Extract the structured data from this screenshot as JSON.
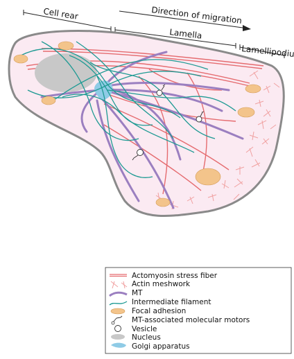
{
  "diagram": {
    "labels": {
      "cell_rear": "Cell rear",
      "direction": "Direction of migration",
      "lamella": "Lamella",
      "lamellipodium": "Lamellipodium"
    },
    "legend": [
      {
        "key": "stress_fiber",
        "label": "Actomyosin stress fiber"
      },
      {
        "key": "actin_meshwork",
        "label": "Actin meshwork"
      },
      {
        "key": "mt",
        "label": "MT"
      },
      {
        "key": "intermediate_filament",
        "label": "Intermediate filament"
      },
      {
        "key": "focal_adhesion",
        "label": "Focal adhesion"
      },
      {
        "key": "motors",
        "label": "MT-associated molecular motors"
      },
      {
        "key": "vesicle",
        "label": "Vesicle"
      },
      {
        "key": "nucleus",
        "label": "Nucleus"
      },
      {
        "key": "golgi",
        "label": "Golgi apparatus"
      }
    ],
    "colors": {
      "membrane": "#8a8a8a",
      "cytoplasm": "#fbeaf2",
      "stress_fiber": "#e56b6f",
      "actin_meshwork": "#f0a0a0",
      "mt": "#9b7fc0",
      "intermediate_filament": "#1e9a93",
      "focal_adhesion": "#f3c48b",
      "nucleus": "#c8c8c8",
      "golgi": "#8fcbe6"
    }
  }
}
